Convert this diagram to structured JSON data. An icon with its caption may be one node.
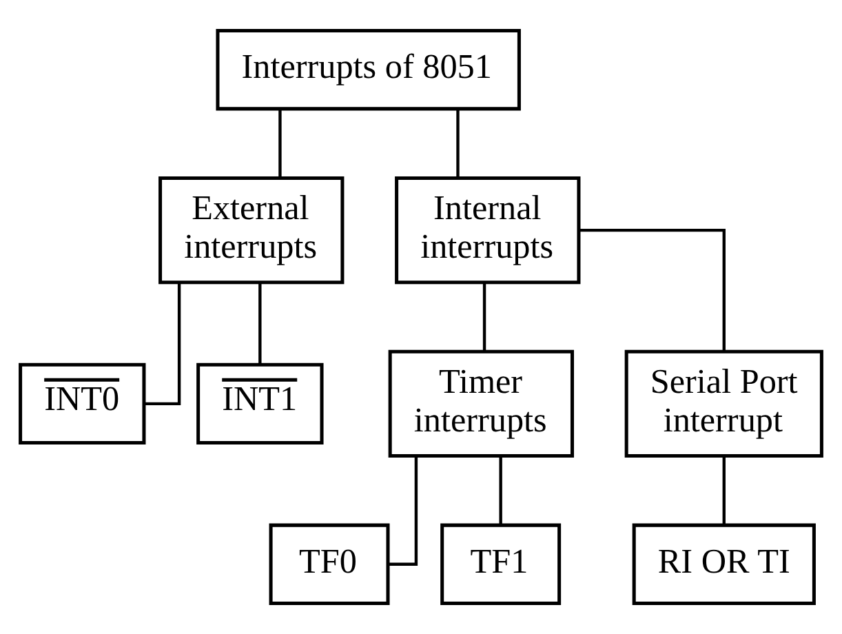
{
  "diagram": {
    "nodes": [
      {
        "text": [
          "Interrupts of 8051"
        ]
      },
      {
        "text": [
          "External interrupts"
        ]
      },
      {
        "text": [
          "Internal interrupts"
        ]
      },
      {
        "text": [
          "INT0"
        ]
      },
      {
        "text": [
          "INT1"
        ]
      },
      {
        "text": [
          "Timer interrupts"
        ]
      },
      {
        "text": [
          "Serial Port interrupt"
        ]
      },
      {
        "text": [
          "TF0"
        ]
      },
      {
        "text": [
          "TF1"
        ]
      },
      {
        "text": [
          "RI OR TI"
        ]
      }
    ],
    "edges": [
      {
        "from": 0,
        "to": 1,
        "arrow": "none"
      },
      {
        "from": 0,
        "to": 2,
        "arrow": "none"
      },
      {
        "from": 1,
        "to": 3,
        "arrow": "none"
      },
      {
        "from": 1,
        "to": 4,
        "arrow": "none"
      },
      {
        "from": 2,
        "to": 5,
        "arrow": "none"
      },
      {
        "from": 2,
        "to": 6,
        "arrow": "none"
      },
      {
        "from": 5,
        "to": 7,
        "arrow": "none"
      },
      {
        "from": 5,
        "to": 8,
        "arrow": "none"
      },
      {
        "from": 6,
        "to": 9,
        "arrow": "none"
      }
    ]
  }
}
